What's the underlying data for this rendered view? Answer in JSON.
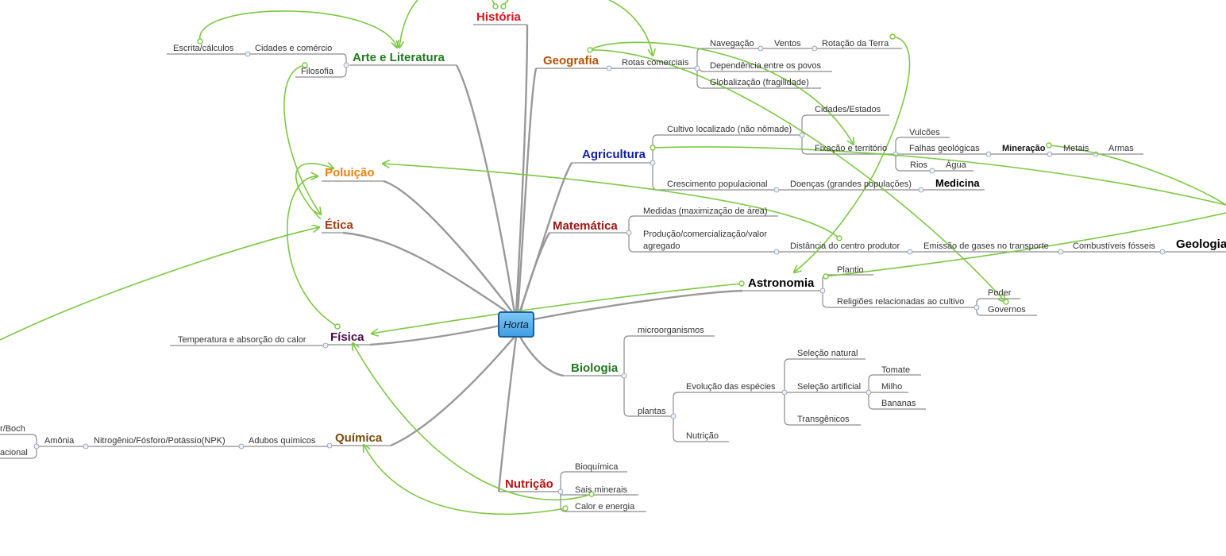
{
  "center": "Horta",
  "colors": {
    "historia": "#d9141b",
    "arte": "#1f7a1f",
    "geografia": "#b5520b",
    "agricultura": "#0f1f9f",
    "poluicao": "#f07f10",
    "etica": "#a33a12",
    "matematica": "#a01515",
    "astronomia": "#000000",
    "fisica": "#4a0a4a",
    "biologia": "#1f7a1f",
    "quimica": "#7a4a0a",
    "nutricao": "#c01010",
    "connector": "#7dc843"
  },
  "branches": {
    "historia": {
      "label": "História"
    },
    "arte": {
      "label": "Arte e Literatura",
      "children": {
        "cidades": "Cidades e comércio",
        "escrita": "Escrita/cálculos",
        "filosofia": "Filosofia"
      }
    },
    "geografia": {
      "label": "Geografia",
      "children": {
        "rotas": "Rotas comerciais",
        "navegacao": "Navegação",
        "ventos": "Ventos",
        "rotacao": "Rotação da Terra",
        "dependencia": "Dependência entre os povos",
        "globalizacao": "Globalização (fragilidade)"
      }
    },
    "agricultura": {
      "label": "Agricultura",
      "children": {
        "cultivo": "Cultivo localizado (não nômade)",
        "cidades_estados": "Cidades/Estados",
        "fixacao": "Fixação e território",
        "vulcoes": "Vulcões",
        "falhas": "Falhas geológicas",
        "mineracao": "Mineração",
        "metais": "Metais",
        "armas": "Armas",
        "rios": "Rios",
        "agua": "Água",
        "crescimento": "Crescimento populacional",
        "doencas": "Doenças (grandes populações)",
        "medicina": "Medicina"
      }
    },
    "poluicao": {
      "label": "Poluição"
    },
    "etica": {
      "label": "Ética"
    },
    "matematica": {
      "label": "Matemática",
      "children": {
        "medidas": "Medidas (maximização de área)",
        "producao_1": "Produção/comercialização/valor",
        "producao_2": "agregado",
        "distancia": "Distância do centro produtor",
        "emissao": "Emissão de gases no transporte",
        "combustiveis": "Combustíveis fósseis",
        "geologia": "Geologia"
      }
    },
    "astronomia": {
      "label": "Astronomia",
      "children": {
        "plantio": "Plantio",
        "religioes": "Religiões relacionadas ao cultivo",
        "poder": "Poder",
        "governos": "Governos"
      }
    },
    "fisica": {
      "label": "Física",
      "children": {
        "temperatura": "Temperatura e absorção do calor"
      }
    },
    "biologia": {
      "label": "Biologia",
      "children": {
        "microorganismos": "microorganismos",
        "plantas": "plantas",
        "evolucao": "Evolução das espécies",
        "selecao_natural": "Seleção natural",
        "selecao_artificial": "Seleção artificial",
        "tomate": "Tomate",
        "milho": "Milho",
        "bananas": "Bananas",
        "transgenicos": "Transgênicos",
        "nutricao": "Nutrição"
      }
    },
    "quimica": {
      "label": "Química",
      "children": {
        "adubos": "Adubos químicos",
        "npk": "Nitrogênio/Fósforo/Potássio(NPK)",
        "amonia": "Amônia",
        "haber": "r/Boch",
        "acional": "acional"
      }
    },
    "nutricao": {
      "label": "Nutrição",
      "children": {
        "bioquimica": "Bioquímica",
        "sais": "Sais minerais",
        "calor": "Calor e energia"
      }
    }
  }
}
